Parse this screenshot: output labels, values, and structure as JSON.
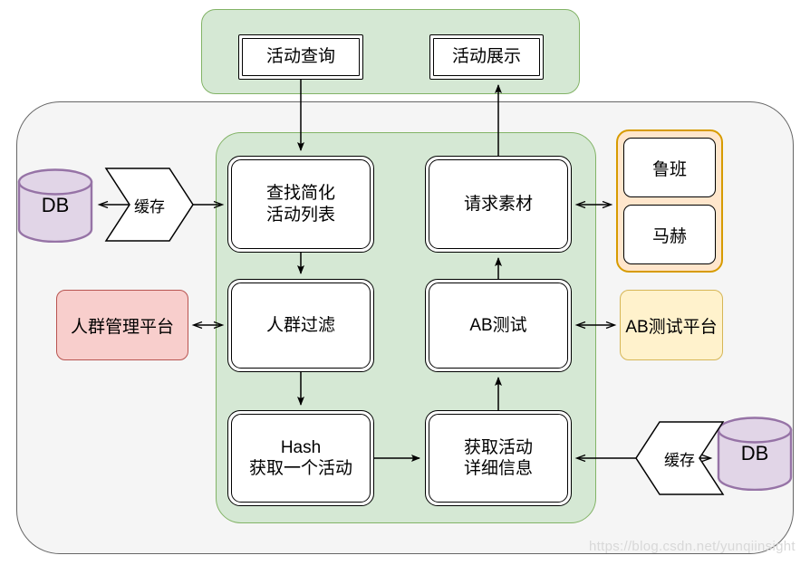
{
  "diagram": {
    "watermark": "https://blog.csdn.net/yunqiinsight",
    "colors": {
      "green_fill": "#d5e8d4",
      "green_stroke": "#82b366",
      "gray_fill": "#f5f5f5",
      "gray_stroke": "#666666",
      "orange_fill": "#ffe6cc",
      "orange_stroke": "#d79b00",
      "pink_fill": "#f8cecc",
      "pink_stroke": "#b85450",
      "yellow_fill": "#fff2cc",
      "yellow_stroke": "#d6b656",
      "purple_fill": "#e1d5e7",
      "purple_stroke": "#9673a6",
      "box_fill": "#ffffff",
      "box_stroke": "#000000"
    }
  },
  "top_group": {
    "boxes": [
      {
        "label": "活动查询"
      },
      {
        "label": "活动展示"
      }
    ]
  },
  "main_group": {
    "left_column": [
      {
        "label": "查找简化\n活动列表",
        "line1": "查找简化",
        "line2": "活动列表"
      },
      {
        "label": "人群过滤",
        "line1": "人群过滤",
        "line2": ""
      },
      {
        "label": "Hash\n获取一个活动",
        "line1": "Hash",
        "line2": "获取一个活动"
      }
    ],
    "right_column": [
      {
        "label": "请求素材",
        "line1": "请求素材",
        "line2": ""
      },
      {
        "label": "AB测试",
        "line1": "AB测试",
        "line2": ""
      },
      {
        "label": "获取活动\n详细信息",
        "line1": "获取活动",
        "line2": "详细信息"
      }
    ]
  },
  "side_nodes": {
    "db_left": {
      "label": "DB"
    },
    "db_right": {
      "label": "DB"
    },
    "cache_left": {
      "label": "缓存"
    },
    "cache_right": {
      "label": "缓存"
    },
    "crowd_platform": {
      "label": "人群管理平台"
    },
    "ab_platform": {
      "label": "AB测试平台"
    }
  },
  "orange_group": {
    "boxes": [
      {
        "label": "鲁班"
      },
      {
        "label": "马赫"
      }
    ]
  }
}
